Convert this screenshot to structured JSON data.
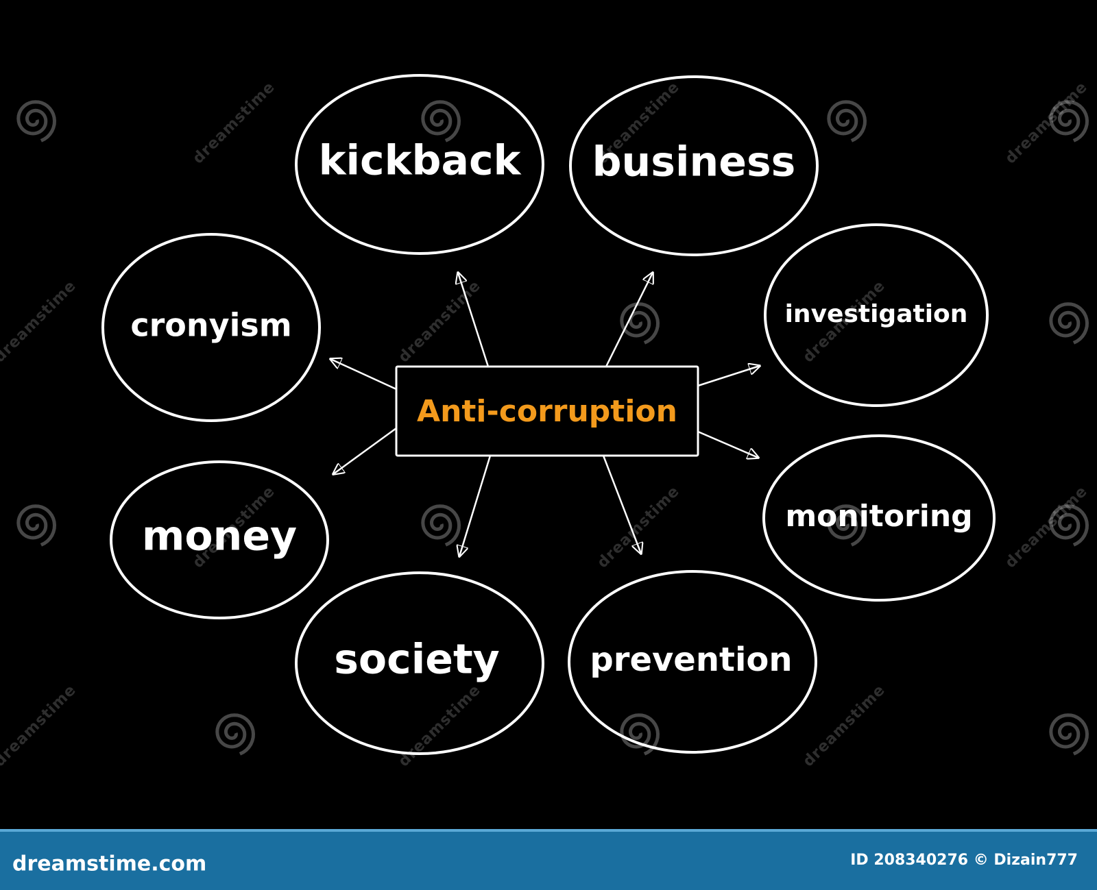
{
  "diagram": {
    "center": {
      "label": "Anti-corruption",
      "color": "#f39a1c"
    },
    "nodes": [
      {
        "id": "kickback",
        "label": "kickback"
      },
      {
        "id": "business",
        "label": "business"
      },
      {
        "id": "cronyism",
        "label": "cronyism"
      },
      {
        "id": "investigation",
        "label": "investigation"
      },
      {
        "id": "money",
        "label": "money"
      },
      {
        "id": "monitoring",
        "label": "monitoring"
      },
      {
        "id": "society",
        "label": "society"
      },
      {
        "id": "prevention",
        "label": "prevention"
      }
    ],
    "line_color": "#ffffff",
    "background": "#000000"
  },
  "watermark": {
    "text": "dreamstime"
  },
  "footer": {
    "brand": "dreamstime.com",
    "credit": "ID 208340276 © Dizain777",
    "background": "#1a6fa0"
  }
}
